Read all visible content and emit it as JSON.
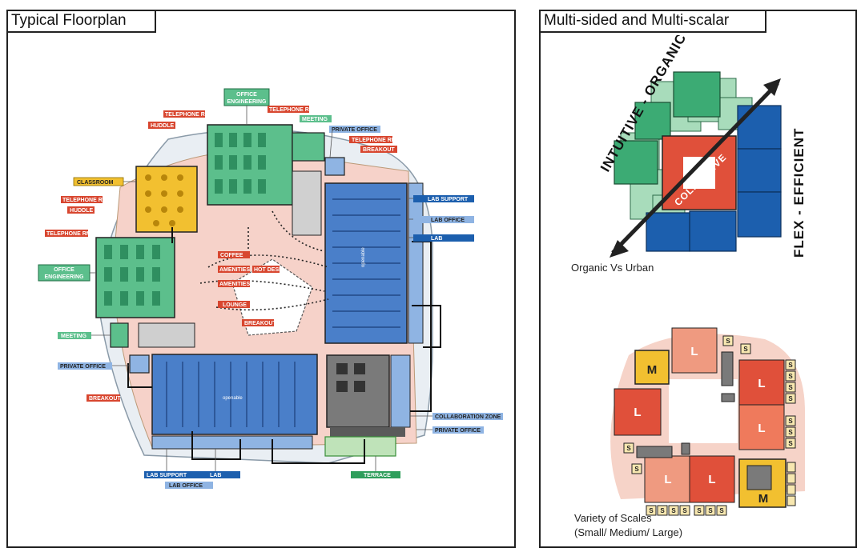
{
  "left_panel": {
    "title": "Typical Floorplan",
    "labels": {
      "office_engineering_top": [
        "OFFICE",
        "ENGINEERING"
      ],
      "telephone_rm_1": "TELEPHONE RM",
      "telephone_rm_2": "TELEPHONE RM",
      "telephone_rm_3": "TELEPHONE RM",
      "telephone_rm_4": "TELEPHONE RM",
      "telephone_rm_5": "TELEPHONE RM",
      "huddle_1": "HUDDLE",
      "huddle_2": "HUDDLE",
      "meeting_top": "MEETING",
      "private_office_top": "PRIVATE OFFICE",
      "breakout_top": "BREAKOUT",
      "classroom": "CLASSROOM",
      "lab_support_right": "LAB SUPPORT",
      "lab_office_right": "LAB OFFICE",
      "lab_right": "LAB",
      "office_engineering_left": [
        "OFFICE",
        "ENGINEERING"
      ],
      "meeting_left": "MEETING",
      "private_office_left": "PRIVATE OFFICE",
      "breakout_left": "BREAKOUT",
      "coffee": "COFFEE",
      "amenities_1": "AMENITIES",
      "amenities_2": "AMENITIES",
      "hot_desk": "HOT DESK",
      "lounge": "LOUNGE",
      "breakout_center": "BREAKOUT",
      "collaboration_zone": "COLLABORATION ZONE",
      "private_office_bottom": "PRIVATE OFFICE",
      "lab_support_bottom": "LAB SUPPORT",
      "lab_bottom": "LAB",
      "lab_office_bottom": "LAB OFFICE",
      "terrace": "TERRACE",
      "openable_1": "openable",
      "openable_2": "openable"
    }
  },
  "right_panel": {
    "title": "Multi-sided and Multi-scalar",
    "diagram1": {
      "label_top": "INTUITIVE - ORGANIC",
      "label_right": "FLEX - EFFICIENT",
      "label_center": "COLLECTIVE",
      "caption": "Organic Vs Urban"
    },
    "diagram2": {
      "large": "L",
      "medium": "M",
      "small": "S",
      "caption_line1": "Variety of Scales",
      "caption_line2": "(Small/ Medium/ Large)"
    }
  },
  "colors": {
    "green": "#5cbf8c",
    "light_green": "#a8dcbb",
    "blue": "#4a7fc9",
    "dark_blue": "#1c5fae",
    "orange_red": "#e0503a",
    "yellow": "#f2c030",
    "pink": "#f7cfc6",
    "gray": "#7a7a7a"
  }
}
